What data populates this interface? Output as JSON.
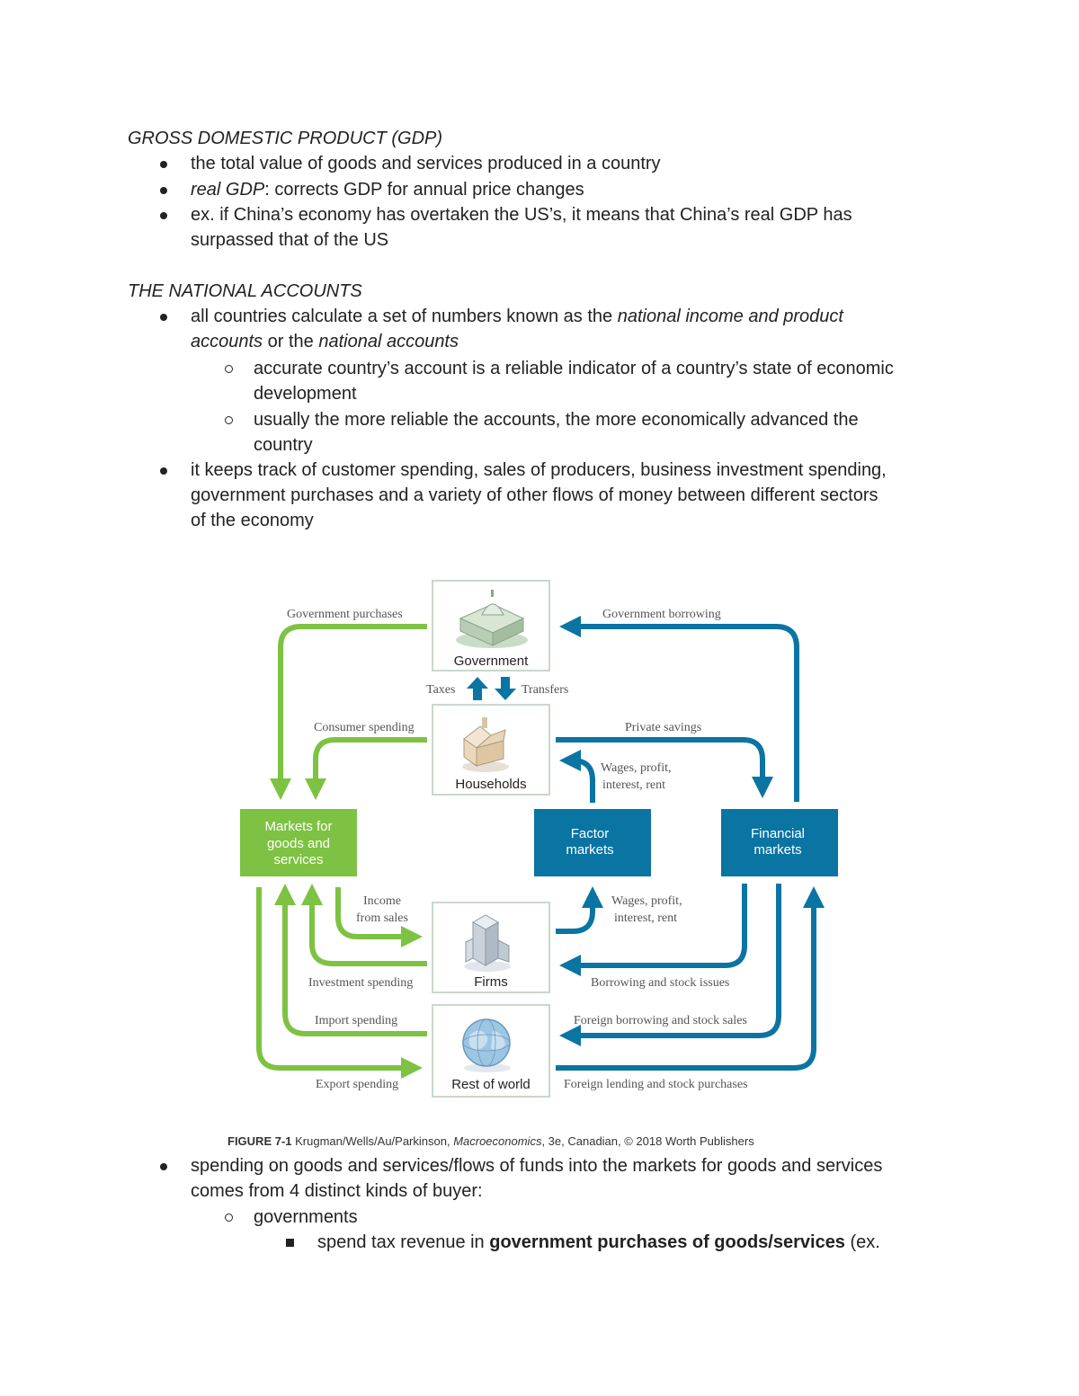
{
  "section1": {
    "heading": "GROSS DOMESTIC PRODUCT (GDP)",
    "bullet1": "the total value of goods and services produced in a country",
    "bullet2_term": "real GDP",
    "bullet2_rest": ": corrects GDP for annual price changes",
    "bullet3_line1": "ex. if China’s economy has overtaken the US’s, it means that China’s real GDP has",
    "bullet3_line2": "surpassed that of the US"
  },
  "section2": {
    "heading": "THE NATIONAL ACCOUNTS",
    "bullet1_a": "all countries calculate a set of numbers known as the ",
    "bullet1_b": "national income and product",
    "bullet1_c": "accounts",
    "bullet1_d": " or the ",
    "bullet1_e": "national accounts",
    "sub1_line1": "accurate country’s account is a reliable indicator of a country’s state of economic",
    "sub1_line2": "development",
    "sub2_line1": "usually the more reliable the accounts, the more economically advanced the",
    "sub2_line2": "country",
    "bullet2_line1": "it keeps track of customer spending, sales of producers, business investment spending,",
    "bullet2_line2": "government purchases and a variety of other flows of money between different sectors",
    "bullet2_line3": "of the economy"
  },
  "diagram": {
    "boxes": {
      "government": "Government",
      "households": "Households",
      "firms": "Firms",
      "rest_of_world": "Rest of world",
      "markets_line1": "Markets for",
      "markets_line2": "goods and",
      "markets_line3": "services",
      "factor_line1": "Factor",
      "factor_line2": "markets",
      "financial_line1": "Financial",
      "financial_line2": "markets"
    },
    "labels": {
      "government_purchases": "Government purchases",
      "government_borrowing": "Government borrowing",
      "taxes": "Taxes",
      "transfers": "Transfers",
      "consumer_spending": "Consumer spending",
      "private_savings": "Private savings",
      "wages_top_1": "Wages, profit,",
      "wages_top_2": "interest, rent",
      "income_1": "Income",
      "income_2": "from sales",
      "wages_bottom_1": "Wages, profit,",
      "wages_bottom_2": "interest, rent",
      "investment_spending": "Investment spending",
      "borrowing_stock": "Borrowing and stock issues",
      "import_spending": "Import spending",
      "foreign_borrowing": "Foreign borrowing and stock sales",
      "export_spending": "Export spending",
      "foreign_lending": "Foreign lending and stock purchases"
    },
    "colors": {
      "green": "#7dc242",
      "blue": "#0a74a3"
    }
  },
  "caption": {
    "figure": "FIGURE 7-1",
    "authors": " Krugman/Wells/Au/Parkinson, ",
    "title": "Macroeconomics",
    "rest": ", 3e, Canadian, © 2018 Worth Publishers"
  },
  "section3": {
    "bullet1_line1": "spending on goods and services/flows of funds into the markets for goods and services",
    "bullet1_line2": "comes from 4 distinct kinds of buyer:",
    "sub1": "governments",
    "subsub1_a": "spend tax revenue in ",
    "subsub1_b": "government purchases of goods/services",
    "subsub1_c": " (ex."
  }
}
